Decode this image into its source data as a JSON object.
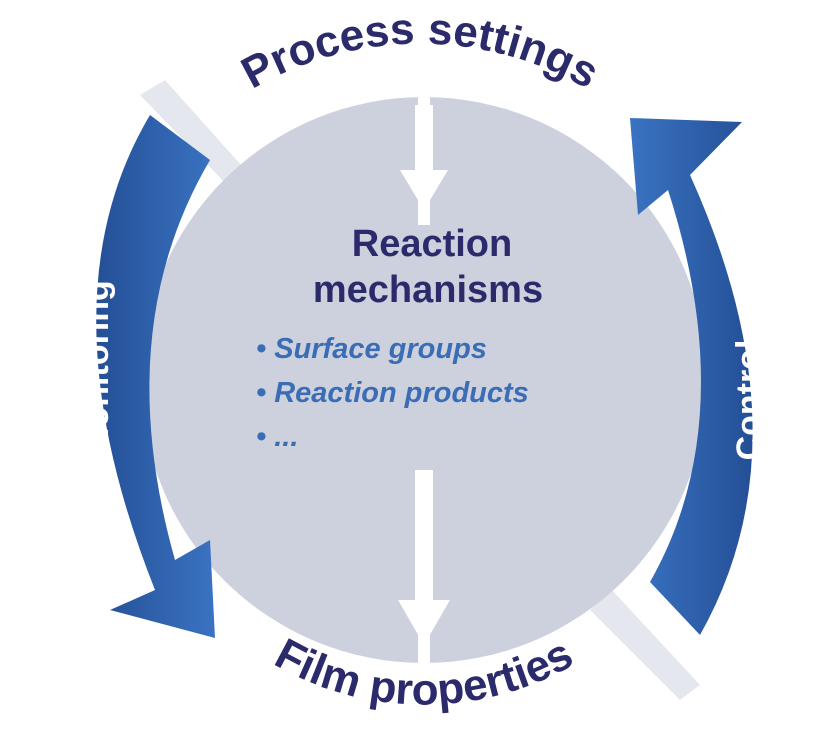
{
  "diagram": {
    "top_label": "Process settings",
    "bottom_label": "Film properties",
    "left_label": "Monitoring",
    "right_label": "Control",
    "center": {
      "title_line1": "Reaction",
      "title_line2": "mechanisms",
      "bullets": [
        "• Surface groups",
        "• Reaction products",
        "• ..."
      ]
    },
    "colors": {
      "arrow_blue": "#2f66b3",
      "circle_gray": "#ccd1dd",
      "dark_text": "#2b2a6b",
      "bullet_text": "#3a6db5"
    }
  }
}
